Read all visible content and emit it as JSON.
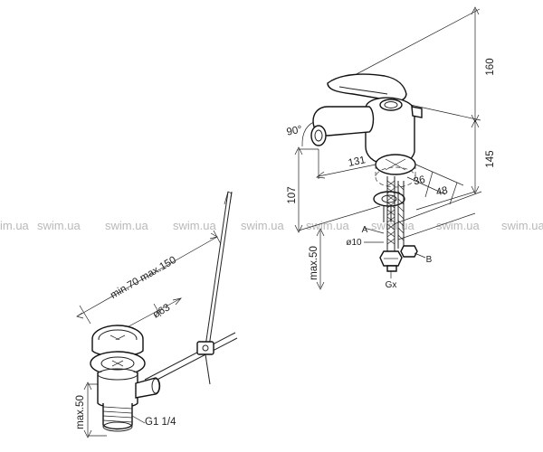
{
  "watermark": {
    "text": "swim.ua",
    "left_fragment": "im.ua"
  },
  "faucet": {
    "dim_height_total": "160",
    "dim_height_base": "145",
    "dim_height_side": "107",
    "dim_reach": "131",
    "dim_angle": "90°",
    "dim_base_36": "36",
    "dim_base_48": "48",
    "dim_max_below": "max.50",
    "dim_diameter_10": "ø10",
    "label_a": "A",
    "label_b": "B",
    "label_gx": "Gx"
  },
  "drain": {
    "dim_range": "min.70 max.150",
    "dim_diameter_63": "ø63",
    "dim_max_below": "max.50",
    "thread_label": "G1 1/4"
  },
  "colors": {
    "line": "#222222",
    "watermark": "#b9b9b9",
    "background": "#ffffff"
  }
}
